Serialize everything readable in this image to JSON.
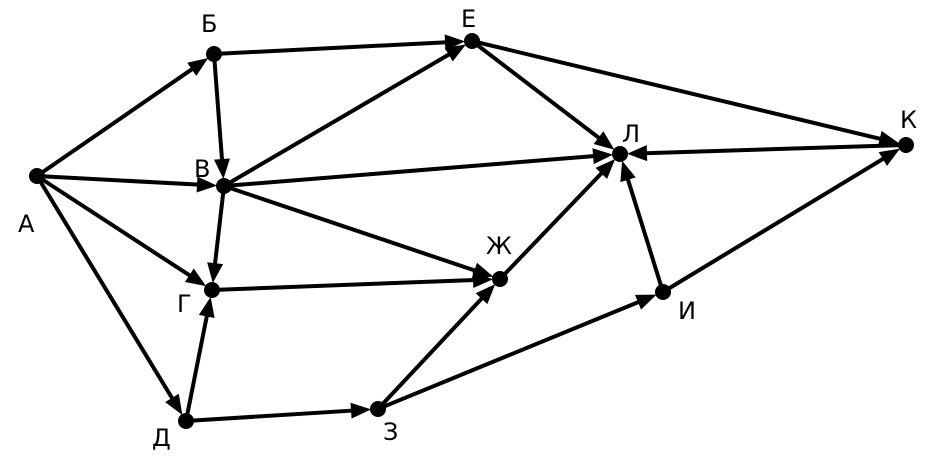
{
  "colors": {
    "stroke": "#000000",
    "background": "#ffffff"
  },
  "graph": {
    "nodes": [
      {
        "id": "A",
        "label": "А"
      },
      {
        "id": "B",
        "label": "Б"
      },
      {
        "id": "V",
        "label": "В"
      },
      {
        "id": "G",
        "label": "Г"
      },
      {
        "id": "D",
        "label": "Д"
      },
      {
        "id": "E",
        "label": "Е"
      },
      {
        "id": "ZH",
        "label": "Ж"
      },
      {
        "id": "Z",
        "label": "З"
      },
      {
        "id": "I",
        "label": "И"
      },
      {
        "id": "K",
        "label": "К"
      },
      {
        "id": "L",
        "label": "Л"
      }
    ],
    "edges": [
      {
        "from": "A",
        "to": "B"
      },
      {
        "from": "A",
        "to": "V"
      },
      {
        "from": "A",
        "to": "G"
      },
      {
        "from": "A",
        "to": "D"
      },
      {
        "from": "B",
        "to": "V"
      },
      {
        "from": "B",
        "to": "E"
      },
      {
        "from": "V",
        "to": "E"
      },
      {
        "from": "V",
        "to": "L"
      },
      {
        "from": "V",
        "to": "ZH"
      },
      {
        "from": "V",
        "to": "G"
      },
      {
        "from": "D",
        "to": "G"
      },
      {
        "from": "G",
        "to": "ZH"
      },
      {
        "from": "D",
        "to": "Z"
      },
      {
        "from": "Z",
        "to": "ZH"
      },
      {
        "from": "Z",
        "to": "I"
      },
      {
        "from": "ZH",
        "to": "L"
      },
      {
        "from": "E",
        "to": "L"
      },
      {
        "from": "E",
        "to": "K"
      },
      {
        "from": "K",
        "to": "L"
      },
      {
        "from": "I",
        "to": "L"
      },
      {
        "from": "I",
        "to": "K"
      }
    ]
  }
}
